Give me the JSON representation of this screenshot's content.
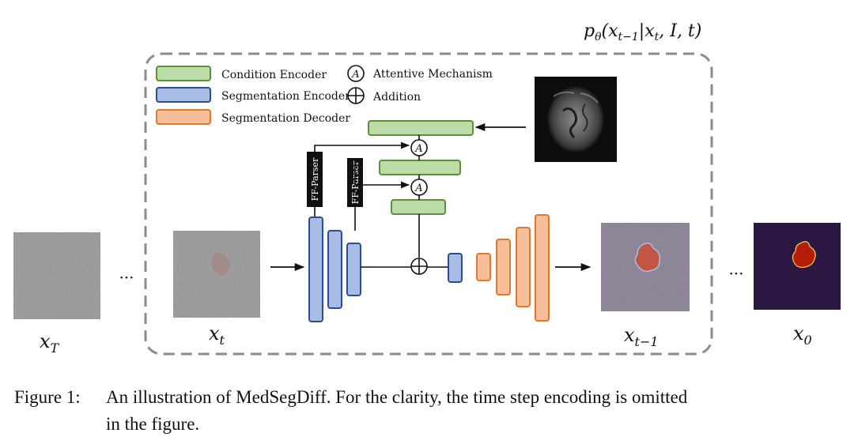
{
  "formula": "pθ(xt−1|xt, I, t)",
  "legend": {
    "condition_encoder": "Condition Encoder",
    "segmentation_encoder": "Segmentation Encoder",
    "segmentation_decoder": "Segmentation Decoder",
    "attentive_mechanism": "Attentive Mechanism",
    "addition": "Addition"
  },
  "symbols": {
    "attention": "A",
    "plus": "+"
  },
  "ff_parser": "FF-Parser",
  "labels": {
    "xT": "x",
    "xT_sub": "T",
    "xt": "x",
    "xt_sub": "t",
    "xt1": "x",
    "xt1_sub": "t−1",
    "x0": "x",
    "x0_sub": "0"
  },
  "ellipsis": "···",
  "caption": {
    "label": "Figure 1:",
    "line1": "An illustration of MedSegDiff. For the clarity, the time step encoding is omitted",
    "line2": "in the figure."
  },
  "colors": {
    "green_fill": "#bcdba7",
    "green_stroke": "#5a8f3e",
    "blue_fill": "#a8bde6",
    "blue_stroke": "#2f4d8c",
    "orange_fill": "#f6bf9a",
    "orange_stroke": "#e0782e",
    "noise": "#8a8a8a",
    "mri_bg": "#0d0d0d",
    "mask_bg": "#2c1642",
    "lesion": "#b51c0a"
  }
}
